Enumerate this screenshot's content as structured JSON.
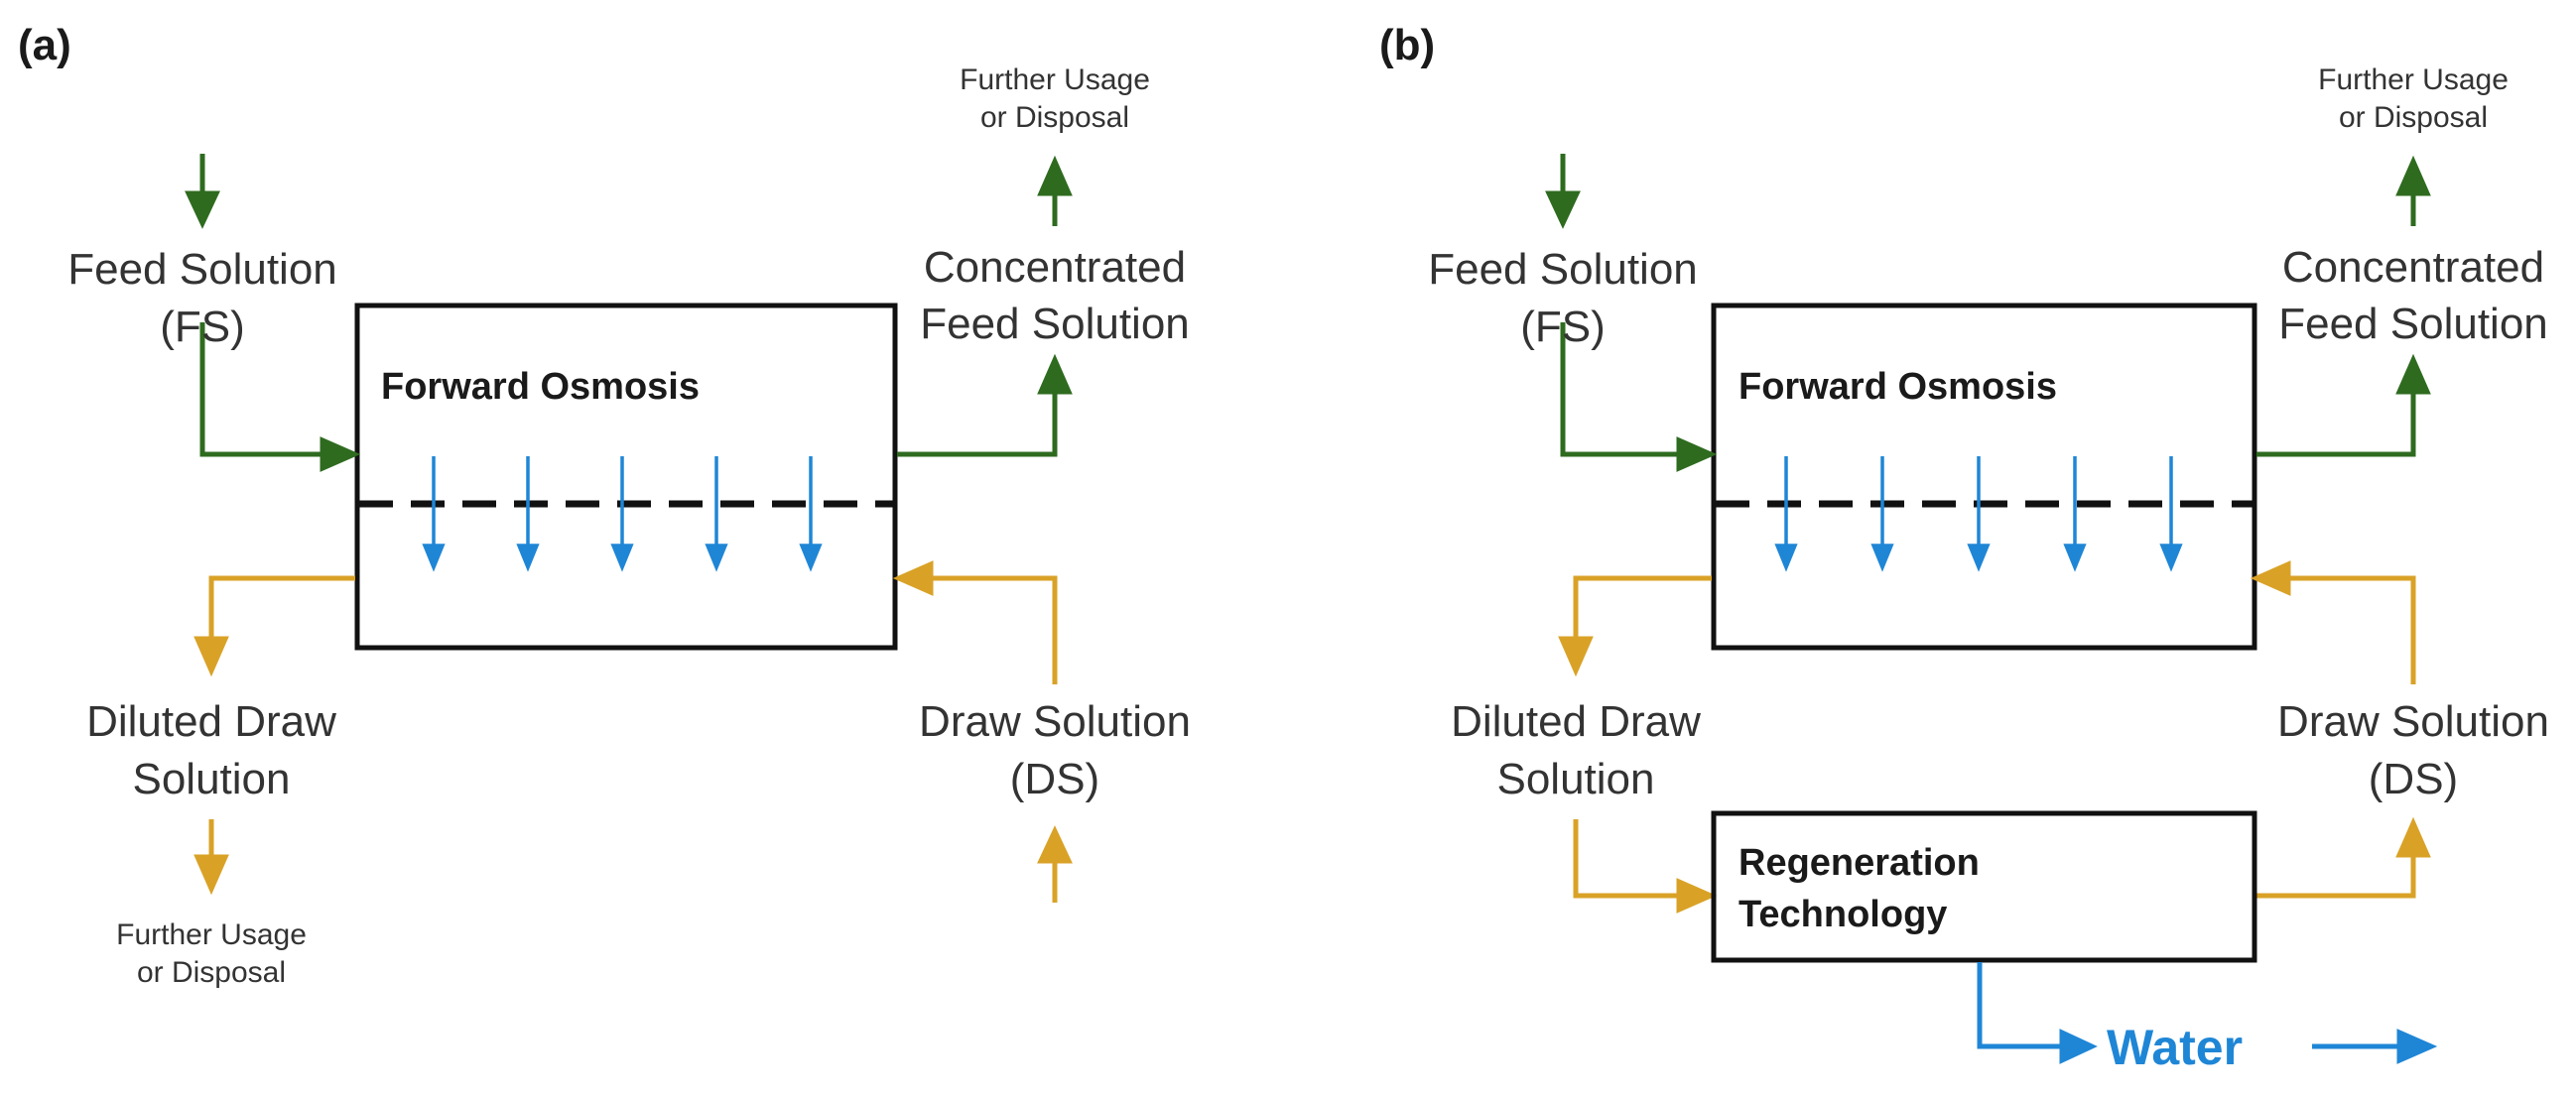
{
  "colors": {
    "feed": "#2e6b1f",
    "draw": "#d9a227",
    "water": "#1f86d6",
    "box": "#111111"
  },
  "panel_a": {
    "tag": "(a)",
    "box_title": "Forward Osmosis",
    "feed_in": [
      "Feed Solution",
      "(FS)"
    ],
    "feed_out": [
      "Concentrated",
      "Feed Solution"
    ],
    "feed_out_dest": [
      "Further Usage",
      "or Disposal"
    ],
    "draw_in": [
      "Draw Solution",
      "(DS)"
    ],
    "draw_out": [
      "Diluted Draw",
      "Solution"
    ],
    "draw_out_dest": [
      "Further Usage",
      "or Disposal"
    ]
  },
  "panel_b": {
    "tag": "(b)",
    "box_title": "Forward Osmosis",
    "feed_in": [
      "Feed Solution",
      "(FS)"
    ],
    "feed_out": [
      "Concentrated",
      "Feed Solution"
    ],
    "feed_out_dest": [
      "Further Usage",
      "or Disposal"
    ],
    "draw_in": [
      "Draw Solution",
      "(DS)"
    ],
    "draw_out": [
      "Diluted Draw",
      "Solution"
    ],
    "regen": [
      "Regeneration",
      "Technology"
    ],
    "water": "Water"
  }
}
